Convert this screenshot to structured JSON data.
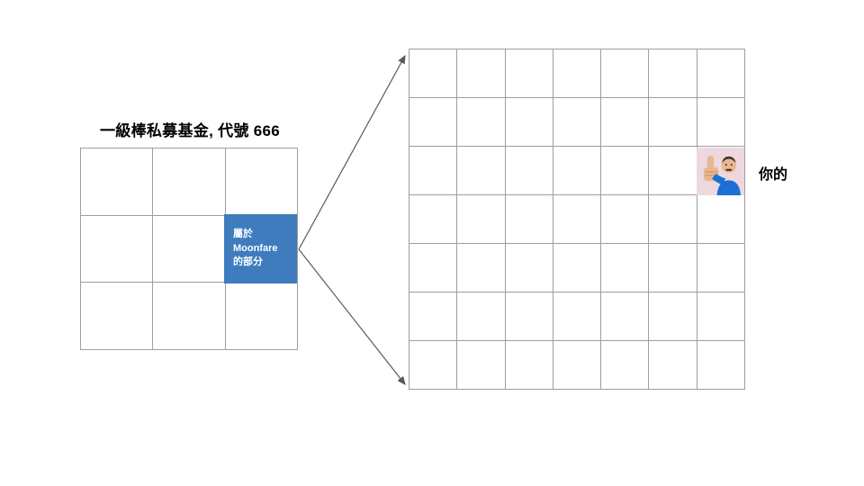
{
  "slide": {
    "background": "#FFFFFF"
  },
  "fund": {
    "title": "一級棒私募基金, 代號 666",
    "grid": {
      "rows": 3,
      "cols": 3
    },
    "moonfare_cell": {
      "row": 2,
      "col": 3,
      "label": "屬於\nMoonfare\n的部分"
    }
  },
  "moonfare_portion": {
    "grid": {
      "rows": 7,
      "cols": 7
    },
    "your_cell": {
      "row": 3,
      "col": 7
    },
    "your_label": "你的",
    "photo": "thumbs-up-person"
  },
  "colors": {
    "grid_line": "#9E9E9E",
    "moonfare_blue": "#3E7CBE",
    "your_pink": "#EAD1DC",
    "arrow": "#595959",
    "title_text": "#000000",
    "cell_label_text": "#FFFFFF"
  }
}
